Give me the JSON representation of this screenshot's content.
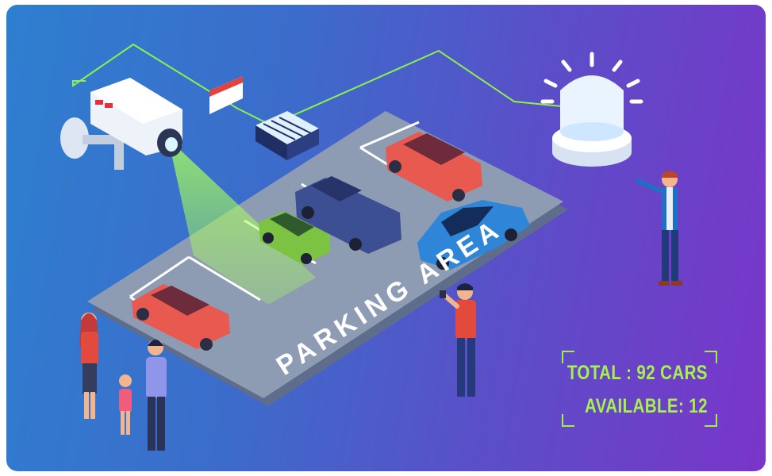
{
  "scene": {
    "parking_label": "PARKING AREA",
    "colors": {
      "background_start": "#2e7fd0",
      "background_end": "#7a35c9",
      "accent_green": "#9bf04a",
      "lot_surface": "#8e9cb3"
    }
  },
  "counter": {
    "total_text": "TOTAL : 92 CARS",
    "available_text": "AVAILABLE: 12"
  }
}
